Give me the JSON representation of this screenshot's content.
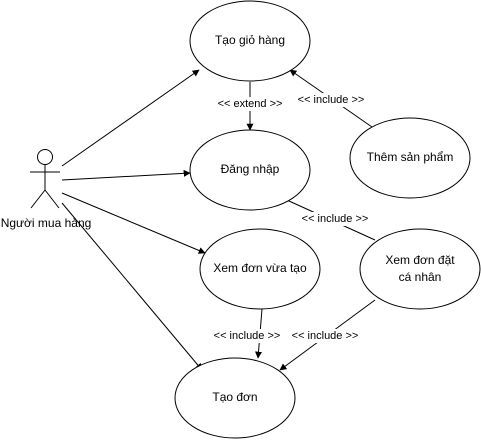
{
  "actor": {
    "name": "Người mua hàng"
  },
  "use_cases": {
    "create_cart": "Tạo giỏ hàng",
    "login": "Đăng nhập",
    "add_product": "Thêm sản phẩm",
    "view_recent_order": "Xem đơn vừa tạo",
    "view_personal_orders_line1": "Xem đơn đặt",
    "view_personal_orders_line2": "cá nhân",
    "create_order": "Tạo đơn"
  },
  "relations": {
    "cart_extend_login": "<< extend >>",
    "add_product_include_cart": "<< include >>",
    "personal_orders_include_login": "<< include >>",
    "recent_order_include_create_order": "<< include >>",
    "personal_orders_include_create_order": "<< include >>"
  }
}
